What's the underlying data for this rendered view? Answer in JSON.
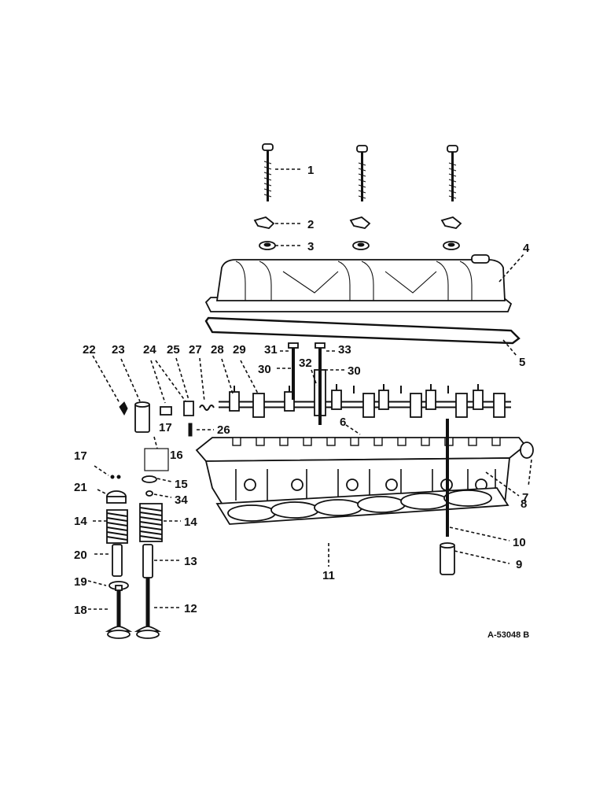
{
  "diagram_code": "A-53048 B",
  "callouts": {
    "c1": "1",
    "c2": "2",
    "c3": "3",
    "c4": "4",
    "c5": "5",
    "c6": "6",
    "c7": "7",
    "c8": "8",
    "c9": "9",
    "c10": "10",
    "c11": "11",
    "c12": "12",
    "c13": "13",
    "c14a": "14",
    "c14b": "14",
    "c15": "15",
    "c16": "16",
    "c17a": "17",
    "c17b": "17",
    "c18": "18",
    "c19": "19",
    "c20": "20",
    "c21": "21",
    "c22": "22",
    "c23": "23",
    "c24": "24",
    "c25": "25",
    "c26": "26",
    "c27": "27",
    "c28": "28",
    "c29": "29",
    "c30a": "30",
    "c30b": "30",
    "c31": "31",
    "c32": "32",
    "c33": "33",
    "c34": "34"
  }
}
